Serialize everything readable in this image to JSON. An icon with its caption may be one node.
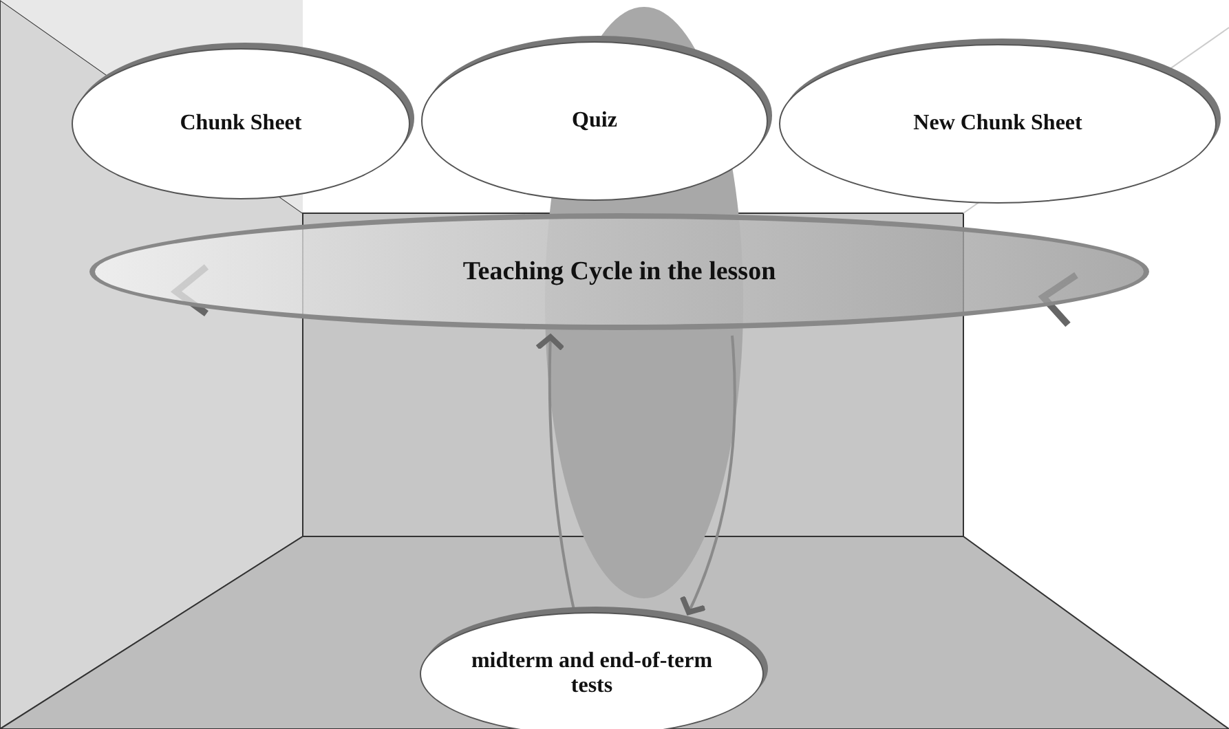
{
  "diagram": {
    "nodes": [
      {
        "text": [
          "Chunk Sheet"
        ]
      },
      {
        "text": [
          "Quiz"
        ]
      },
      {
        "text": [
          "New Chunk Sheet"
        ]
      },
      {
        "text": [
          "Teaching Cycle in the lesson"
        ]
      },
      {
        "text": [
          "midterm and end-of-term tests"
        ]
      }
    ],
    "edges": [
      {
        "from": 4,
        "to": 3,
        "arrow": "to"
      },
      {
        "from": 3,
        "to": 4,
        "arrow": "to"
      }
    ]
  }
}
